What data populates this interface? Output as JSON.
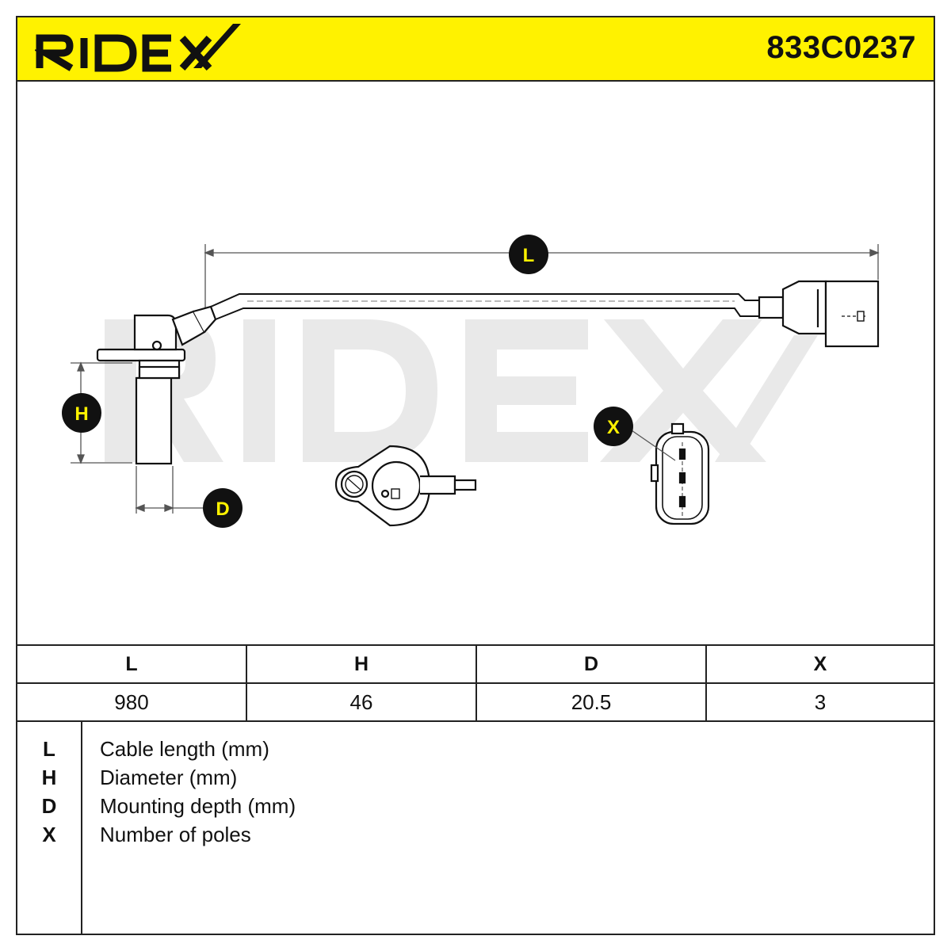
{
  "brand": {
    "logo_text": "RIDEX",
    "accent_color": "#fff200",
    "watermark_text": "RIDEX"
  },
  "header": {
    "part_number": "833C0237"
  },
  "drawing": {
    "labels": {
      "L": "L",
      "H": "H",
      "D": "D",
      "X": "X"
    }
  },
  "spec_table": {
    "headers": [
      "L",
      "H",
      "D",
      "X"
    ],
    "values": [
      "980",
      "46",
      "20.5",
      "3"
    ]
  },
  "legend": [
    {
      "key": "L",
      "text": "Cable length (mm)"
    },
    {
      "key": "H",
      "text": "Diameter (mm)"
    },
    {
      "key": "D",
      "text": "Mounting depth (mm)"
    },
    {
      "key": "X",
      "text": "Number of poles"
    }
  ]
}
